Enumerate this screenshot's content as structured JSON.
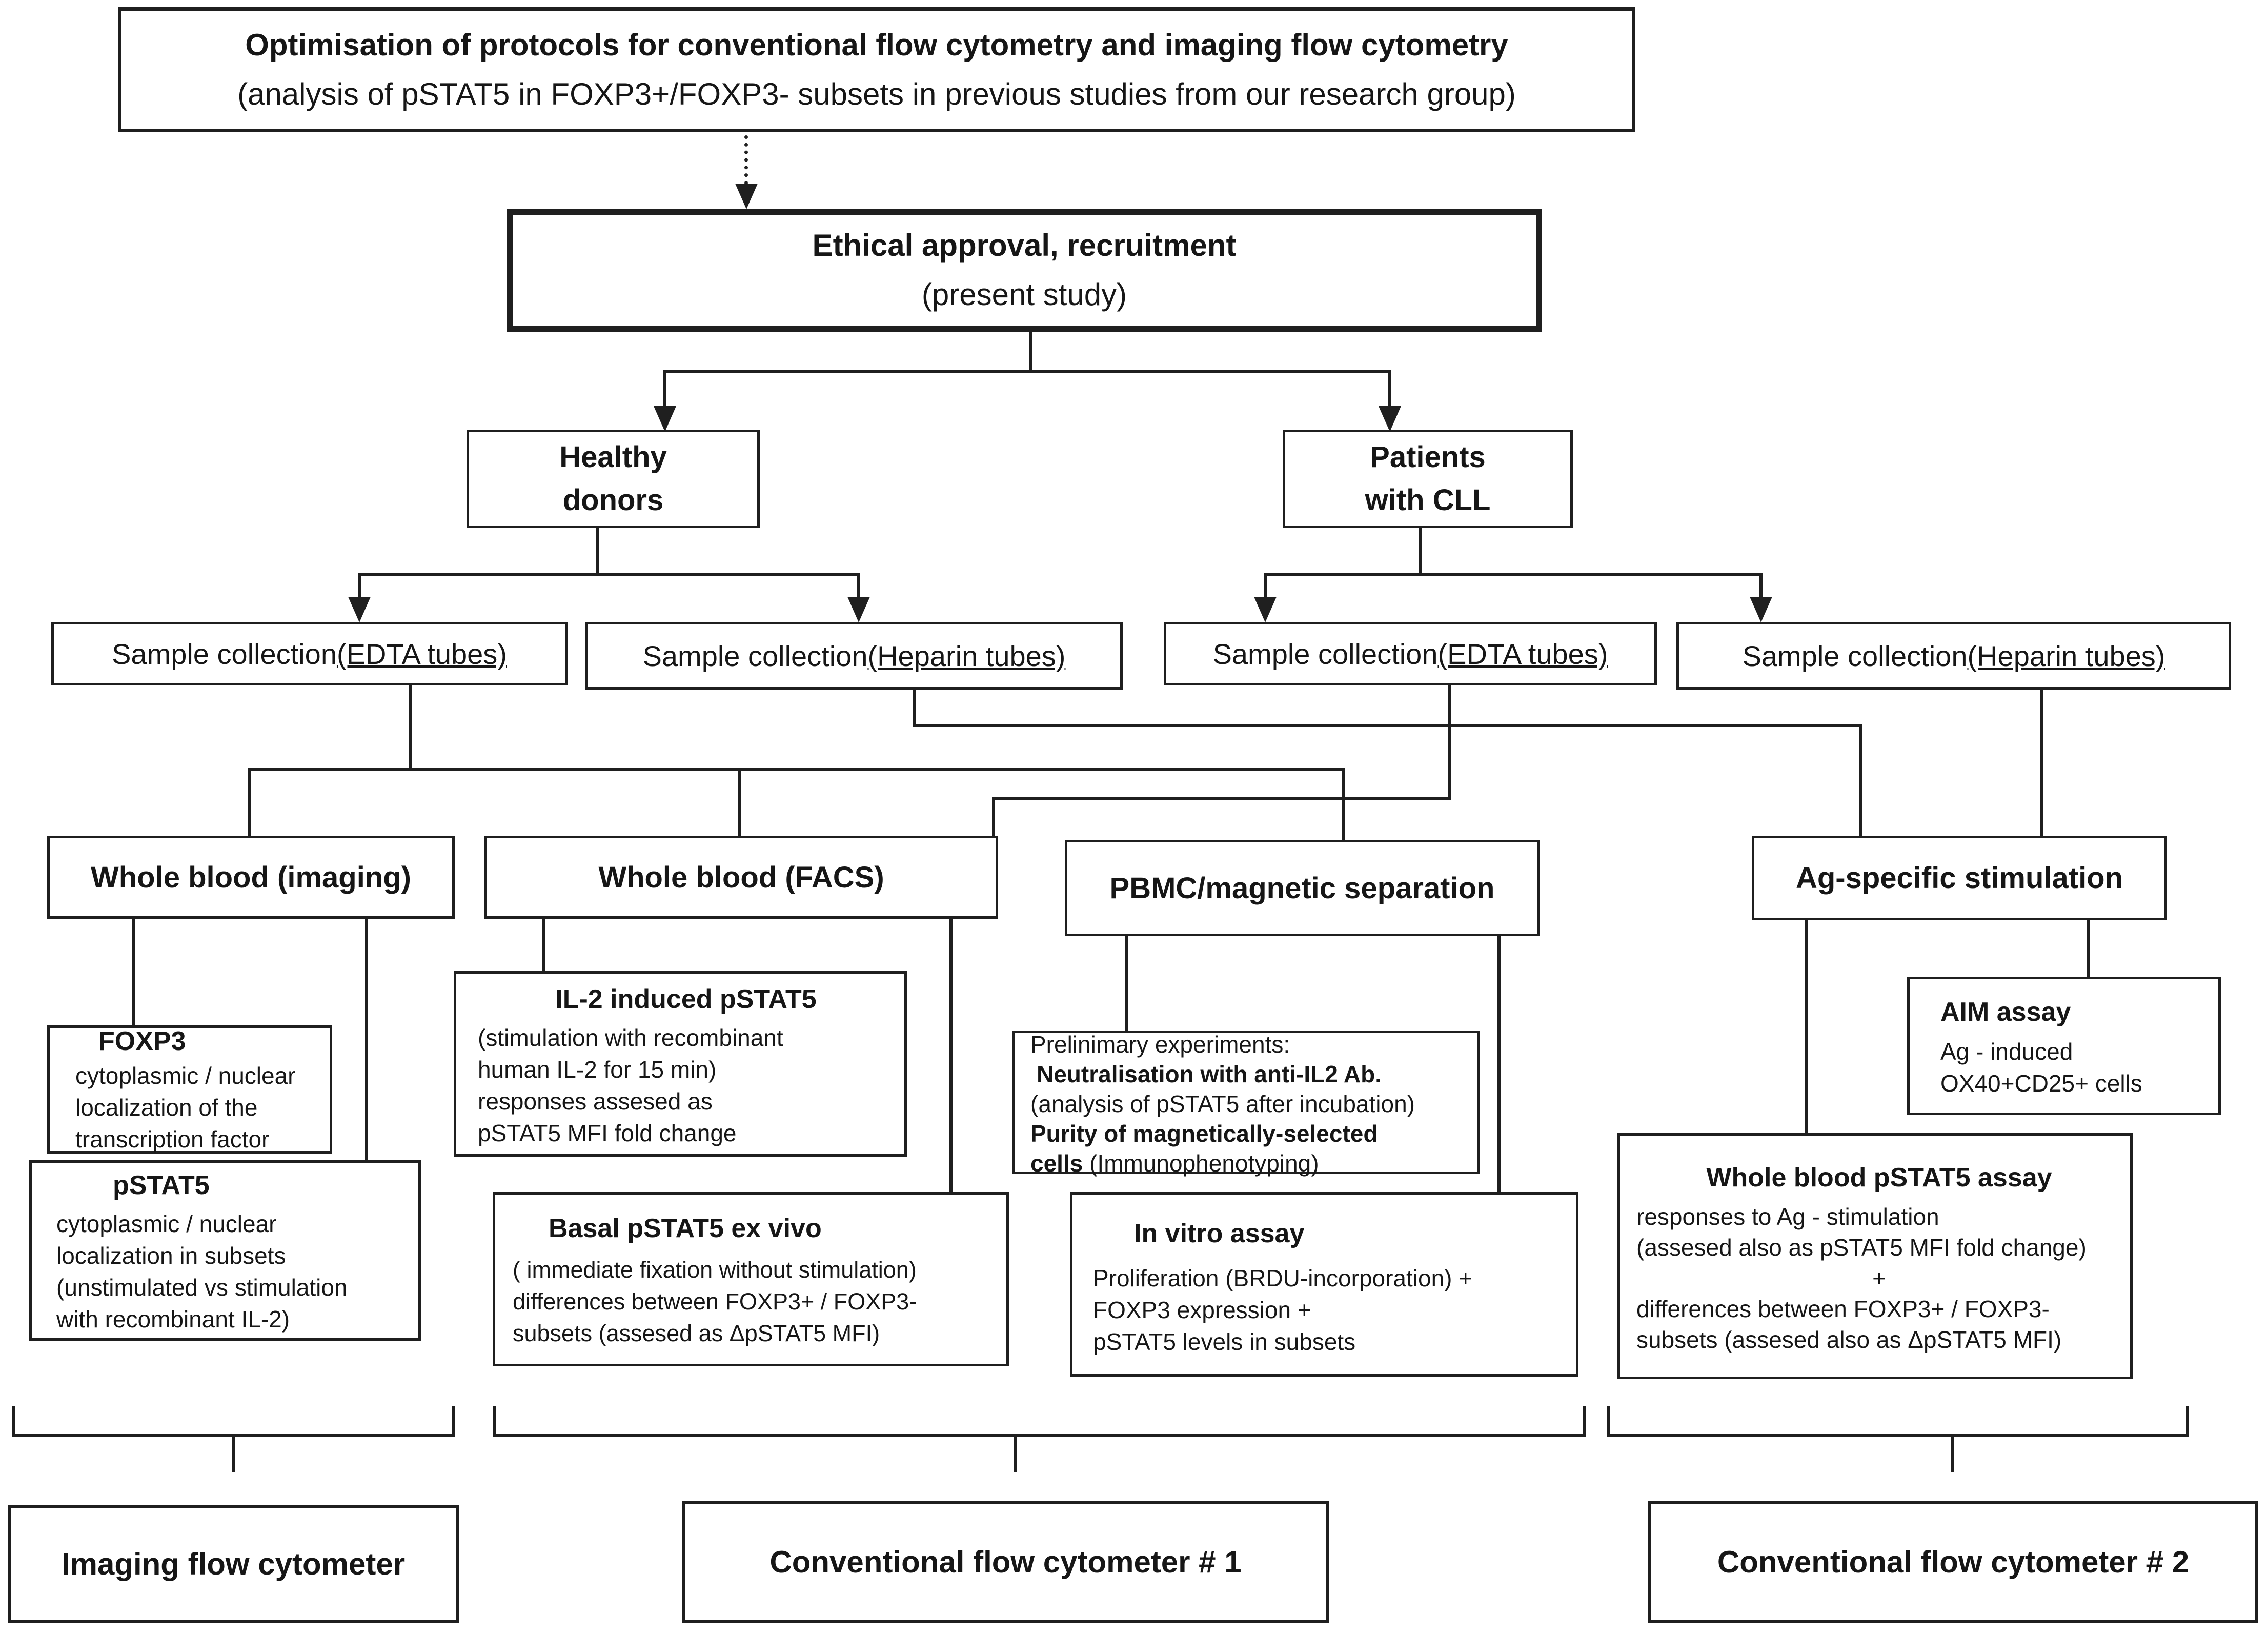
{
  "page": {
    "background": "#ffffff",
    "line_color": "#1f1f1f"
  },
  "nodes": {
    "optimisation": {
      "title": "Optimisation of protocols for conventional flow cytometry and  imaging flow cytometry",
      "subtitle": "(analysis of pSTAT5 in FOXP3+/FOXP3- subsets in  previous studies from our research group)"
    },
    "ethical": {
      "title": "Ethical approval, recruitment",
      "subtitle": "(present study)"
    },
    "healthy": {
      "label": "Healthy\ndonors"
    },
    "patients": {
      "label": "Patients\nwith CLL"
    },
    "sc_edta_healthy": {
      "prefix": "Sample collection ",
      "tube": "(EDTA tubes)"
    },
    "sc_heparin_healthy": {
      "prefix": "Sample collection ",
      "tube": "(Heparin  tubes)"
    },
    "sc_edta_cll": {
      "prefix": "Sample collection ",
      "tube": "(EDTA tubes)"
    },
    "sc_heparin_cll": {
      "prefix": "Sample collection ",
      "tube": "(Heparin  tubes)"
    },
    "hdr_imaging": {
      "label": "Whole blood (imaging)"
    },
    "hdr_facs": {
      "label": "Whole blood (FACS)"
    },
    "hdr_pbmc": {
      "label": "PBMC/magnetic separation"
    },
    "hdr_ag": {
      "label": "Ag-specific stimulation"
    },
    "foxp3": {
      "title": "FOXP3",
      "body": "cytoplasmic / nuclear\nlocalization of the\ntranscription factor"
    },
    "pstat5": {
      "title": "pSTAT5",
      "body": "cytoplasmic / nuclear\nlocalization in subsets\n(unstimulated vs stimulation\nwith recombinant IL-2)"
    },
    "il2": {
      "title": "IL-2 induced pSTAT5",
      "body": "(stimulation with recombinant\nhuman IL-2 for 15 min)\nresponses assesed as\npSTAT5 MFI fold change"
    },
    "basal": {
      "title": "Basal pSTAT5 ex vivo",
      "body": "( immediate fixation without stimulation)\ndifferences between FOXP3+ / FOXP3-\nsubsets (assesed as ΔpSTAT5 MFI)"
    },
    "prelim": {
      "line1": "Prelinimary  experiments:",
      "line2": "Neutralisation with anti-IL2 Ab.",
      "line3": "(analysis of pSTAT5 after incubation)",
      "line4": "Purity of magnetically-selected",
      "line5_bold": "cells ",
      "line5_reg": "(Immunophenotyping)"
    },
    "invitro": {
      "title": "In vitro assay",
      "body": "Proliferation (BRDU-incorporation) +\nFOXP3 expression +\npSTAT5 levels in  subsets"
    },
    "aim": {
      "title": "AIM  assay",
      "body": "Ag - induced\nOX40+CD25+ cells"
    },
    "wbassay": {
      "title": "Whole blood pSTAT5 assay",
      "lines": [
        "responses to Ag - stimulation",
        "(assesed also as pSTAT5 MFI fold change)",
        "+",
        "differences between  FOXP3+ / FOXP3-",
        "subsets (assesed also as ΔpSTAT5 MFI)"
      ]
    },
    "cyt_imaging": {
      "label": "Imaging flow cytometer"
    },
    "cyt_conv1": {
      "label": "Conventional  flow cytometer # 1"
    },
    "cyt_conv2": {
      "label": "Conventional  flow cytometer # 2"
    }
  }
}
